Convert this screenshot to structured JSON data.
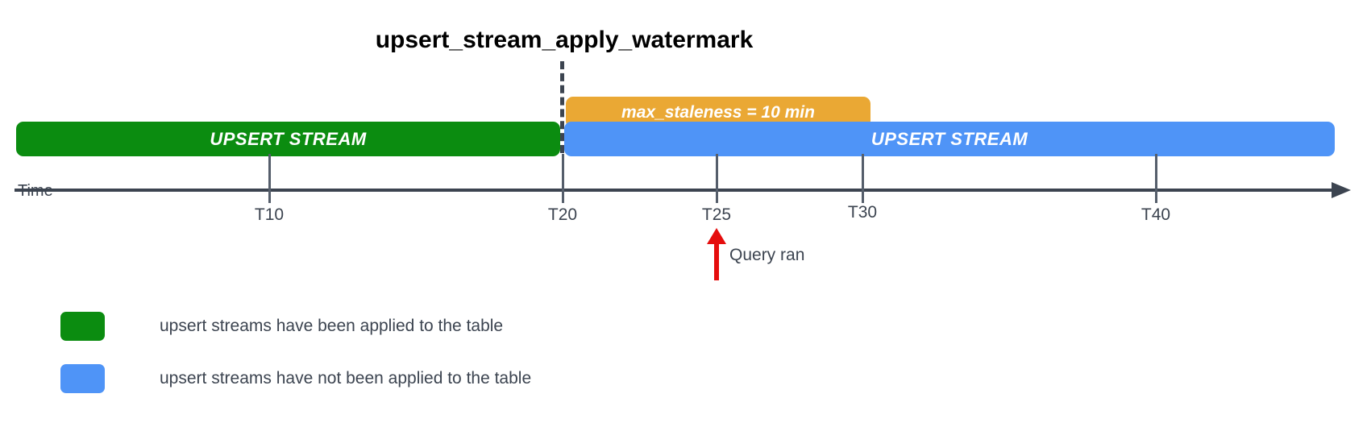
{
  "title": "upsert_stream_apply_watermark",
  "staleness": {
    "label": "max_staleness = 10 min",
    "color": "#eaa834"
  },
  "bars": [
    {
      "label": "UPSERT STREAM",
      "name": "upsert-stream-applied-bar",
      "color": "#0b8c10"
    },
    {
      "label": "UPSERT STREAM",
      "name": "upsert-stream-not-applied-bar",
      "color": "#4f94f7"
    }
  ],
  "axis": {
    "name": "Time",
    "color": "#3c4450",
    "ticks": [
      {
        "label": "T10"
      },
      {
        "label": "T20"
      },
      {
        "label": "T25"
      },
      {
        "label": "T30"
      },
      {
        "label": "T40"
      }
    ]
  },
  "query_marker": {
    "label": "Query ran",
    "color": "#e50d0d",
    "at_tick": "T25"
  },
  "legend": [
    {
      "color": "#0b8c10",
      "text": "upsert streams have been applied to the table"
    },
    {
      "color": "#4f94f7",
      "text": "upsert streams have not been applied to the table"
    }
  ],
  "chart_data": {
    "type": "timeline",
    "title": "upsert_stream_apply_watermark",
    "xlabel": "Time",
    "tick_labels": [
      "T10",
      "T20",
      "T25",
      "T30",
      "T40"
    ],
    "tick_values": [
      10,
      20,
      25,
      30,
      40
    ],
    "watermark_at": "T20",
    "segments": [
      {
        "name": "UPSERT STREAM",
        "from": "T0",
        "to": "T20",
        "state": "applied",
        "color": "#0b8c10"
      },
      {
        "name": "UPSERT STREAM",
        "from": "T20",
        "to": "T45",
        "state": "not applied",
        "color": "#4f94f7"
      }
    ],
    "annotations": [
      {
        "text": "max_staleness = 10 min",
        "from": "T20",
        "to": "T30",
        "color": "#eaa834"
      },
      {
        "text": "Query ran",
        "at": "T25",
        "color": "#e50d0d"
      }
    ],
    "legend": [
      {
        "label": "upsert streams have been applied to the table",
        "color": "#0b8c10"
      },
      {
        "label": "upsert streams have not been applied to the table",
        "color": "#4f94f7"
      }
    ],
    "legend_position": "bottom-left",
    "grid": false
  }
}
